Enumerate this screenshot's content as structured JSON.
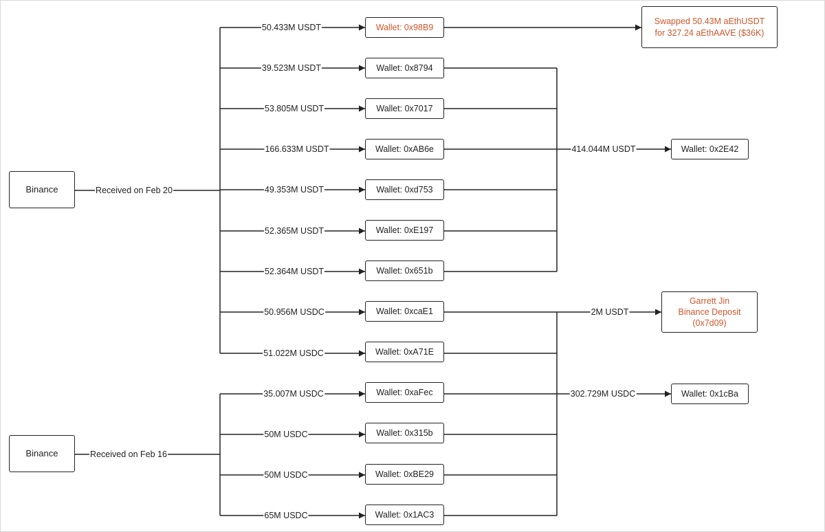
{
  "sources": {
    "feb20": {
      "name": "Binance",
      "received": "Received on Feb 20"
    },
    "feb16": {
      "name": "Binance",
      "received": "Received on Feb 16"
    }
  },
  "wallets": [
    {
      "label": "Wallet: 0x98B9",
      "amount": "50.433M USDT",
      "highlight": true
    },
    {
      "label": "Wallet: 0x8794",
      "amount": "39.523M USDT"
    },
    {
      "label": "Wallet: 0x7017",
      "amount": "53.805M USDT"
    },
    {
      "label": "Wallet: 0xAB6e",
      "amount": "166.633M USDT"
    },
    {
      "label": "Wallet: 0xd753",
      "amount": "49.353M USDT"
    },
    {
      "label": "Wallet: 0xE197",
      "amount": "52.365M USDT"
    },
    {
      "label": "Wallet: 0x651b",
      "amount": "52.364M USDT"
    },
    {
      "label": "Wallet: 0xcaE1",
      "amount": "50.956M USDC"
    },
    {
      "label": "Wallet: 0xA71E",
      "amount": "51.022M USDC"
    },
    {
      "label": "Wallet: 0xaFec",
      "amount": "35.007M USDC"
    },
    {
      "label": "Wallet: 0x315b",
      "amount": "50M USDC"
    },
    {
      "label": "Wallet: 0xBE29",
      "amount": "50M USDC"
    },
    {
      "label": "Wallet: 0x1AC3",
      "amount": "65M USDC"
    }
  ],
  "swap": {
    "line1": "Swapped 50.43M aEthUSDT",
    "line2": "for 327.24 aEthAAVE ($36K)"
  },
  "aggregates": {
    "usdt": {
      "amount": "414.044M USDT",
      "target": "Wallet: 0x2E42"
    },
    "garrett": {
      "amount": "2M USDT",
      "line1": "Garrett Jin",
      "line2": "Binance Deposit",
      "line3": "(0x7d09)"
    },
    "usdc": {
      "amount": "302.729M USDC",
      "target": "Wallet: 0x1cBa"
    }
  },
  "colors": {
    "line": "#222222",
    "highlight": "#d0572b"
  }
}
